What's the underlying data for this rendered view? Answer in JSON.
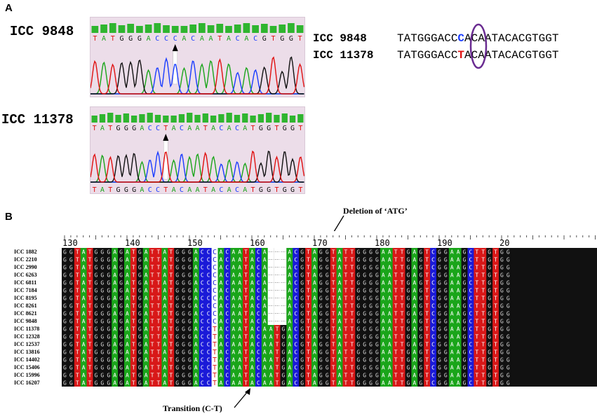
{
  "panel_a": {
    "label": "A",
    "chromatograms": [
      {
        "name": "ICC 9848",
        "bases_top": "TATGGGACCCACAATACACGTGGT",
        "bases_bottom": "",
        "highlight_index": 9
      },
      {
        "name": "ICC 11378",
        "bases_top": "TATGGGACCTACAATACACATGGTGGT",
        "bases_bottom": "TATGGGACCTACAATACACATGGTGGT",
        "highlight_index": 9
      }
    ],
    "sequences": [
      {
        "name": "ICC 9848",
        "pre": "TATGGGACC",
        "snp": "C",
        "post": "ACAATACACGTGGT"
      },
      {
        "name": "ICC 11378",
        "pre": "TATGGGACC",
        "snp": "T",
        "post": "ACAATACACGTGGT"
      }
    ],
    "colors": {
      "A": "#1aa51a",
      "C": "#1a3cff",
      "G": "#111111",
      "T": "#e01010",
      "circle": "#6a2c91",
      "bg": "#ecdde9"
    }
  },
  "panel_b": {
    "label": "B",
    "ruler_ticks": [
      "130",
      "140",
      "150",
      "160",
      "170",
      "180",
      "190",
      "20"
    ],
    "samples": [
      "ICC 1882",
      "ICC 2210",
      "ICC 2990",
      "ICC 6263",
      "ICC 6811",
      "ICC 7184",
      "ICC 8195",
      "ICC 8261",
      "ICC 8621",
      "ICC 9848",
      "ICC 11378",
      "ICC 12328",
      "ICC 12537",
      "ICC 13816",
      "ICC 14402",
      "ICC 15406",
      "ICC 15996",
      "ICC 16207"
    ],
    "deletion_label": "Deletion of ‘ATG’",
    "transition_label": "Transition (C-T)",
    "ref_seq": "GGTATGGGAGATGATTATGGGACCCACAATACAATGACGTAGGTATTGGGGAATTGAGTCGGAAGCTTGTGG",
    "alt_seq": "GGTATGGGAGATGATTATGGGACCTACAATACAATGACGTAGGTATTGGGGAATTGAGTCGGAAGCTTGTGG",
    "groupA_count": 10,
    "snp_col": 24,
    "del_start": 33,
    "del_len": 3
  }
}
